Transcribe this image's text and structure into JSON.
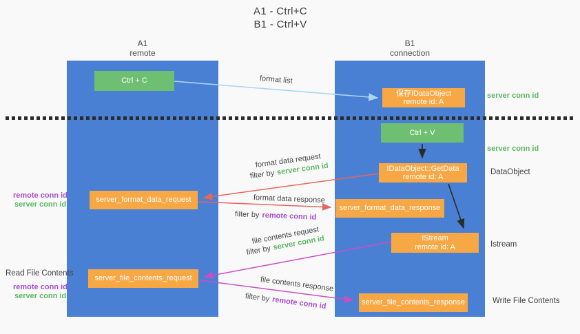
{
  "title": {
    "line1": "A1 - Ctrl+C",
    "line2": "B1 - Ctrl+V"
  },
  "lanes": {
    "left": {
      "name": "A1",
      "role": "remote"
    },
    "right": {
      "name": "B1",
      "role": "connection"
    }
  },
  "nodes": {
    "ctrl_c": "Ctrl + C",
    "ctrl_v": "Ctrl + V",
    "save_idataobject": {
      "line1": "保存IDataObject",
      "line2": "remote id: A"
    },
    "getdata": {
      "line1": "IDataObject::GetData",
      "line2": "remote id: A"
    },
    "istream": {
      "line1": "IStream",
      "line2": "remote id: A"
    },
    "server_format_data_request": "server_format_data_request",
    "server_format_data_response": "server_format_data_response",
    "server_file_contents_request": "server_file_contents_request",
    "server_file_contents_response": "server_file_contents_response"
  },
  "arrow_labels": {
    "format_list": "format list",
    "format_data_request": "format data request",
    "format_data_response": "format data response",
    "file_contents_request": "file contents request",
    "file_contents_response": "file contents response",
    "filter_by": "filter by",
    "server_conn_id": "server conn id",
    "remote_conn_id": "remote conn id"
  },
  "side_labels": {
    "server_conn_id_top": "server conn id",
    "server_conn_id_mid": "server conn id",
    "dataobject": "DataObject",
    "istream": "Istream",
    "remote_conn_id": "remote conn id",
    "server_conn_id": "server conn id",
    "read_file_contents": "Read File Contents",
    "write_file_contents": "Write File Contents"
  },
  "colors": {
    "lane_blue": "#4a80d3",
    "box_green": "#6fbf72",
    "box_orange": "#f7a845",
    "arrow_blue": "#a9d6ef",
    "arrow_red": "#e8655c",
    "arrow_magenta": "#c94fc3",
    "arrow_black": "#2b2b2b",
    "text_green": "#5cb85f",
    "text_purple": "#a64fc9",
    "text_dark": "#3f3f3f"
  }
}
